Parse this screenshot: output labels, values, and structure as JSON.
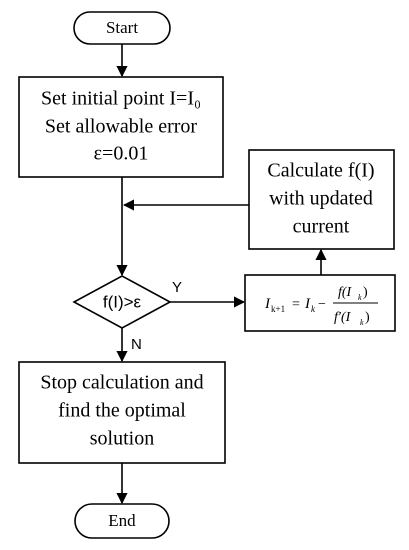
{
  "diagram": {
    "start": "Start",
    "init": [
      "Set initial point I=I₀",
      "Set allowable error",
      "ε=0.01"
    ],
    "calc": [
      "Calculate f(I)",
      "with updated",
      "current"
    ],
    "decision": "f(I)>ε",
    "yes_label": "Y",
    "no_label": "N",
    "update_formula": {
      "lhs": "I",
      "lhs_sub": "k+1",
      "eq": "=",
      "rhs_term": "I",
      "rhs_sub": "k",
      "minus": "−",
      "numerator": "f(I",
      "numerator_sub": "k",
      "numerator_close": ")",
      "denominator": "f′(I",
      "denominator_sub": "k",
      "denominator_close": ")"
    },
    "stop": [
      "Stop calculation and",
      "find the optimal",
      "solution"
    ],
    "end": "End"
  }
}
